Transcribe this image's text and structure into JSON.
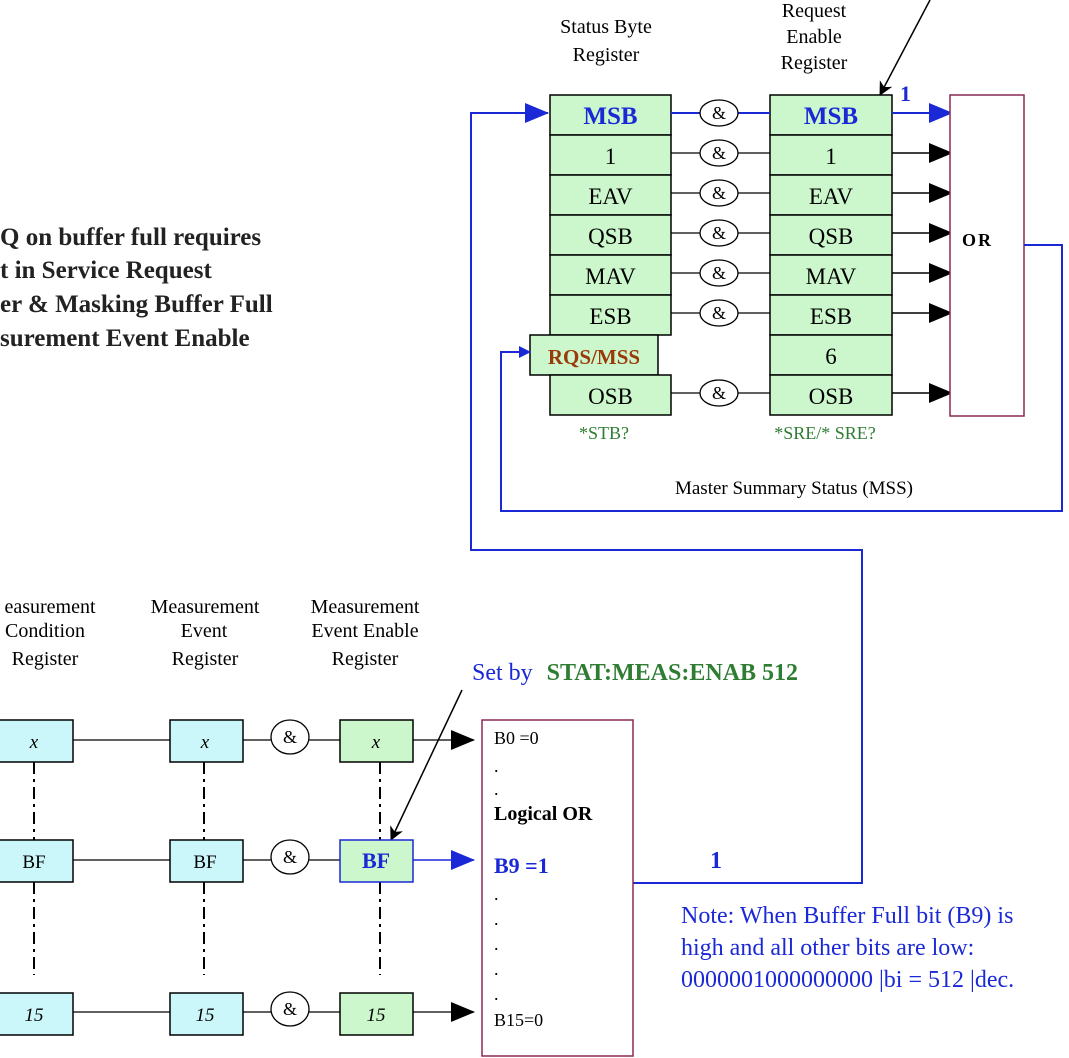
{
  "colors": {
    "blue_line": "#1a28d6",
    "black_line": "#000000",
    "green_box": "#ccf7cc",
    "cyan_box": "#ccf7fa",
    "or_box_border": "#8a2a55",
    "green_text": "#2e7d32",
    "rqs_text": "#9a3a0a",
    "blue_text": "#1a28d6"
  },
  "left_text": {
    "lines": [
      "Q on buffer full requires",
      "t in Service Request",
      "er & Masking Buffer Full",
      "surement Event Enable"
    ]
  },
  "status_byte_register": {
    "title": [
      "Status Byte",
      "Register"
    ],
    "bits": [
      "MSB",
      "1",
      "EAV",
      "QSB",
      "MAV",
      "ESB",
      "RQS/MSS",
      "OSB"
    ],
    "query": "*STB?"
  },
  "request_enable_register": {
    "title": [
      "Request",
      "Enable",
      "Register"
    ],
    "bits": [
      "MSB",
      "1",
      "EAV",
      "QSB",
      "MAV",
      "ESB",
      "6",
      "OSB"
    ],
    "query": "*SRE/* SRE?"
  },
  "and_symbol": "&",
  "or_label": "OR",
  "top_one_label": "1",
  "mss_label": "Master Summary Status (MSS)",
  "measurement_condition_register": {
    "title": [
      "easurement",
      "Condition",
      "Register"
    ],
    "bits": [
      "x",
      "BF",
      "15"
    ]
  },
  "measurement_event_register": {
    "title": [
      "Measurement",
      "Event",
      "Register"
    ],
    "bits": [
      "x",
      "BF",
      "15"
    ]
  },
  "measurement_event_enable_register": {
    "title": [
      "Measurement",
      "Event Enable",
      "Register"
    ],
    "bits": [
      "x",
      "BF",
      "15"
    ]
  },
  "set_by": {
    "prefix": "Set by",
    "command": "STAT:MEAS:ENAB 512"
  },
  "logical_or_box": {
    "b0": "B0 =0",
    "label": "Logical OR",
    "b9": "B9 =1",
    "b15": "B15=0",
    "dots": "."
  },
  "bottom_one_label": "1",
  "note": {
    "lines": [
      "Note: When Buffer Full bit (B9) is",
      "high and all other bits are low:",
      "0000001000000000 |bi = 512 |dec."
    ]
  }
}
